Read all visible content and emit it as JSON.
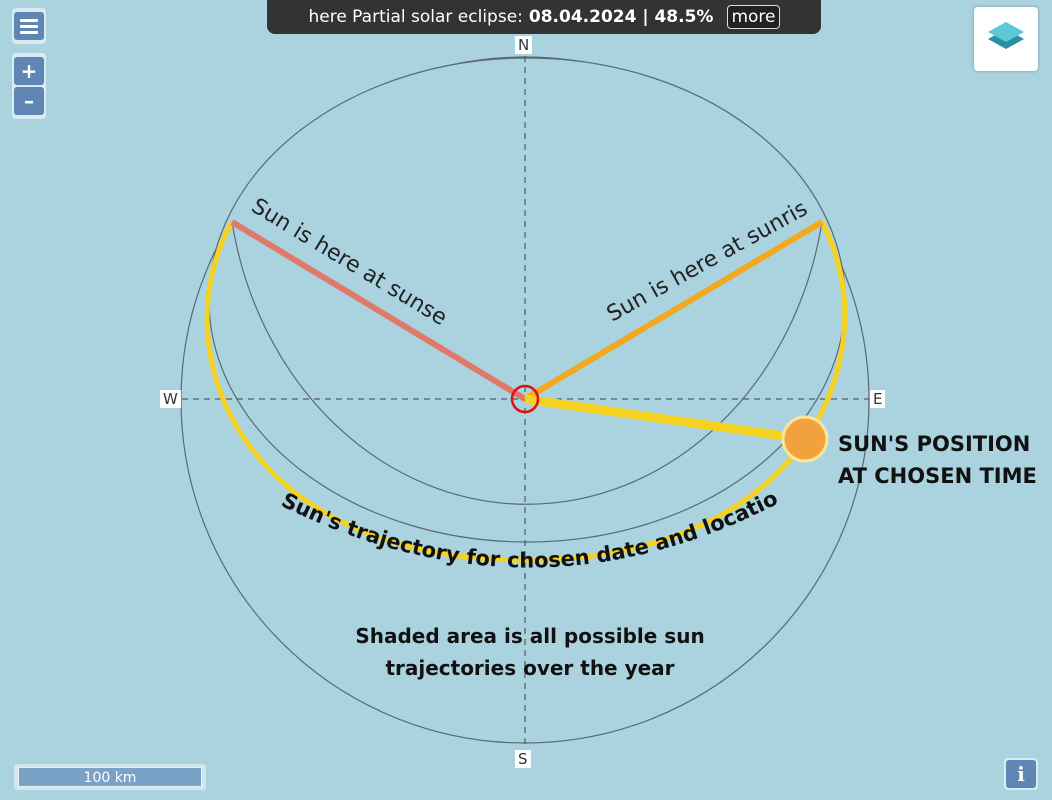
{
  "banner": {
    "prefix": "here Partial solar eclipse:",
    "date": "08.04.2024 | 48.5%",
    "more_label": "more"
  },
  "controls": {
    "zoom_in": "+",
    "zoom_out": "–",
    "info": "i"
  },
  "compass": {
    "north": "N",
    "south": "S",
    "west": "W",
    "east": "E"
  },
  "annotations": {
    "sunset": "Sun is here at sunset",
    "sunrise": "Sun is here at sunrise",
    "trajectory": "Sun's trajectory for chosen date and location",
    "sun_position_line1": "SUN'S POSITION",
    "sun_position_line2": "AT CHOSEN TIME",
    "shaded_line1": "Shaded area is all possible sun",
    "shaded_line2": "trajectories over the year"
  },
  "scale": {
    "label": "100 km"
  },
  "colors": {
    "map_background": "#aad3df",
    "shaded_area": "#bdd6b0",
    "trajectory": "#f4d21f",
    "sunset_line": "#e0796a",
    "sunrise_line": "#f2a91e",
    "sun": "#f2a23c",
    "center_marker": "#e01010"
  }
}
